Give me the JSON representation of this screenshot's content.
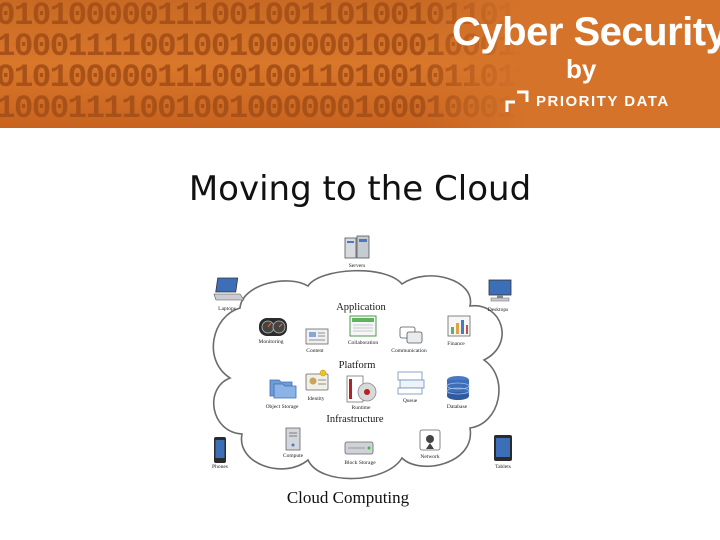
{
  "banner": {
    "binary_lines": [
      "010100000111001001101001011011110110111",
      "100011110010010000001000100011000010111",
      "010100000111001001101001011011110110011",
      "100011110010010000001000100011000010111"
    ],
    "brand_title": "Cyber Security",
    "brand_by": "by",
    "brand_company": "PRIORITY DATA",
    "colors": {
      "banner": "#d5732a",
      "binary_digits": "#a8521a",
      "text": "#ffffff"
    }
  },
  "slide": {
    "title": "Moving to the Cloud"
  },
  "diagram": {
    "caption": "Cloud Computing",
    "layers": {
      "application": "Application",
      "platform": "Platform",
      "infrastructure": "Infrastructure"
    },
    "nodes": {
      "servers": "Servers",
      "laptops": "Laptops",
      "desktops": "Desktops",
      "monitoring": "Monitoring",
      "content": "Content",
      "collaboration": "Collaboration",
      "communication": "Communication",
      "finance": "Finance",
      "object_storage": "Object Storage",
      "identity": "Identity",
      "runtime": "Runtime",
      "queue": "Queue",
      "database": "Database",
      "compute": "Compute",
      "block_storage": "Block Storage",
      "network": "Network",
      "phones": "Phones",
      "tablets": "Tablets"
    }
  }
}
